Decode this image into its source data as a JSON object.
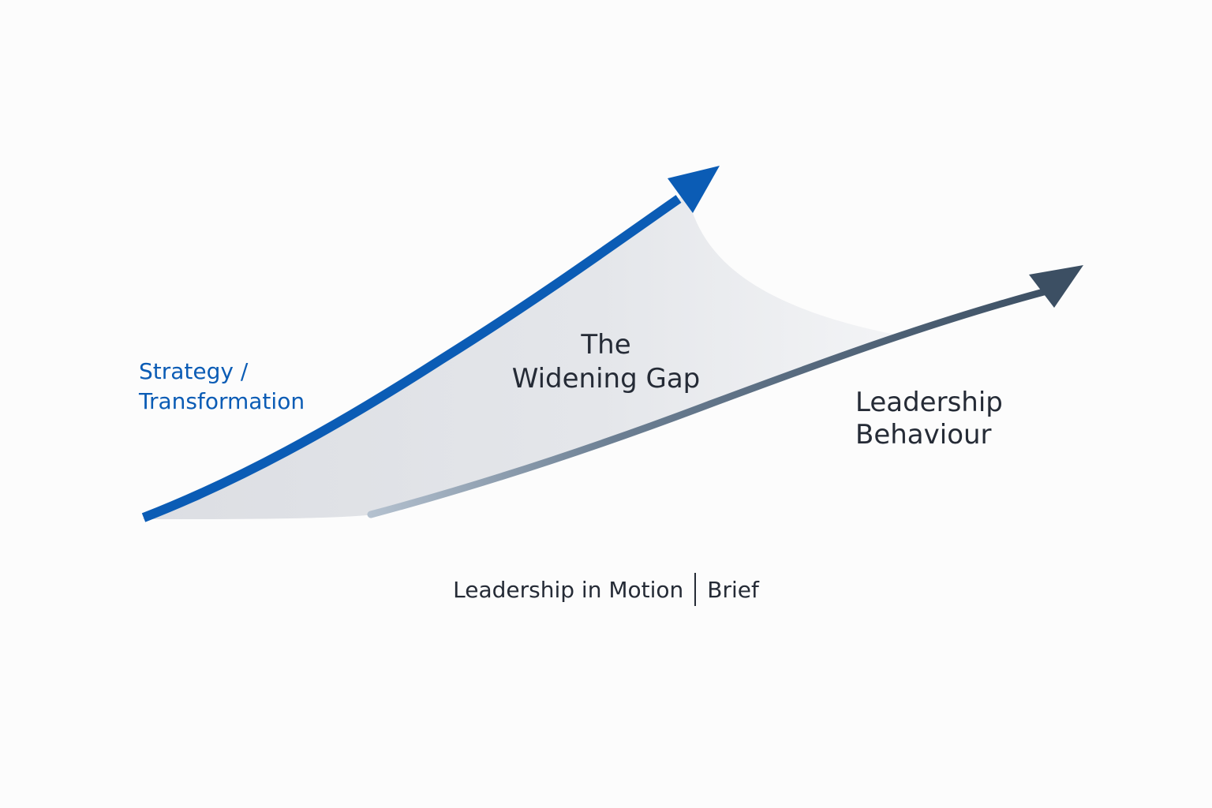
{
  "colors": {
    "strategy_blue": "#0b5cb5",
    "text_dark": "#252b36",
    "behaviour_arrow_end": "#3c4f63",
    "behaviour_arrow_start": "#b4c1cf",
    "gap_fill": "#e3e5e9",
    "background": "#fcfcfc"
  },
  "labels": {
    "strategy_line1": "Strategy /",
    "strategy_line2": "Transformation",
    "gap_line1": "The",
    "gap_line2": "Widening Gap",
    "behaviour_line1": "Leadership",
    "behaviour_line2": "Behaviour"
  },
  "footer": {
    "title": "Leadership in Motion",
    "subtitle": "Brief"
  },
  "icons": {
    "strategy_arrow": "arrow-up-right-icon",
    "behaviour_arrow": "arrow-right-icon"
  }
}
